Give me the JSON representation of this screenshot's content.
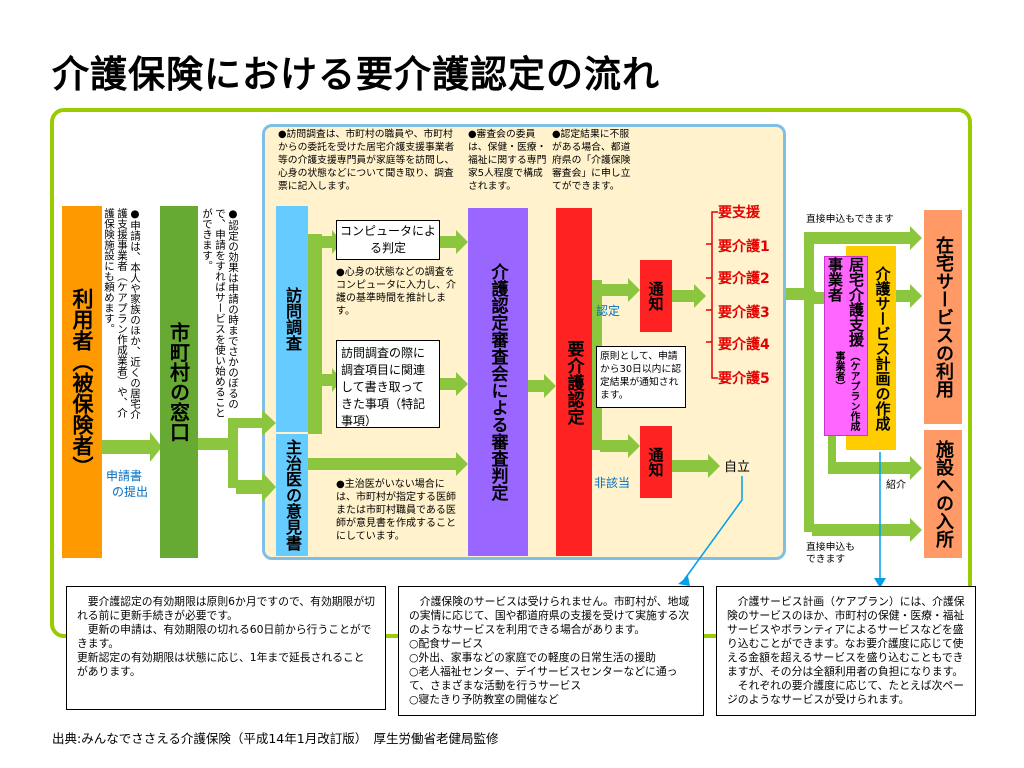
{
  "title": "介護保険における要介護認定の流れ",
  "user_label": "利用者（被保険者）",
  "user_note": "●申請は、本人や家族のほか、近くの居宅介護支援事業者（ケアプラン作成業者）や、介護保険施設にも頼めます。",
  "application_label_1": "申請書",
  "application_label_2": "の提出",
  "municipal_window_label": "市町村の窓口",
  "municipal_note": "●認定の効果は申請の時までさかのぼるので、申請をすればサービスを使い始めることができます。",
  "visit_survey_label": "訪問調査",
  "doctor_opinion_label": "主治医の意見書",
  "visit_note": "●訪問調査は、市町村の職員や、市町村からの委託を受けた居宅介護支援事業者等の介護支援専門員が家庭等を訪問し、心身の状態などについて聞き取り、調査票に記入します。",
  "computer_box": "コンピュータによる判定",
  "computer_note": "●心身の状態などの調査をコンピュータに入力し、介護の基準時間を推計します。",
  "special_box": "訪問調査の際に調査項目に関連して書き取ってきた事項（特記事項）",
  "doctor_note": "●主治医がいない場合には、市町村が指定する医師または市町村職員である医師が意見書を作成することにしています。",
  "committee_note": "●審査会の委員は、保健・医療・福祉に関する専門家5人程度で構成されます。",
  "committee_label": "介護認定審査会による審査判定",
  "appeal_note": "●認定結果に不服がある場合、都道府県の「介護保険審査会」に申し立てができます。",
  "certification_label": "要介護認定",
  "certified_label": "認定",
  "notice_label_1": "通知",
  "notice_label_2": "通知",
  "not_applicable_label": "非該当",
  "independent_label": "自立",
  "days_note": "原則として、申請から30日以内に認定結果が通知されます。",
  "levels": [
    "要支援",
    "要介護1",
    "要介護2",
    "要介護3",
    "要介護4",
    "要介護5"
  ],
  "direct_apply_top": "直接申込もできます",
  "direct_apply_bottom_1": "直接申込も",
  "direct_apply_bottom_2": "できます",
  "care_plan_office_label": "居宅介護支援事業者",
  "care_plan_maker_label": "（ケアプラン作成事業者）",
  "care_plan_creation_label": "介護サービス計画の作成",
  "home_service_label": "在宅サービスの利用",
  "facility_label": "施設への入所",
  "introduction_label": "紹介",
  "bottom_left": "　要介護認定の有効期限は原則6か月ですので、有効期限が切れる前に更新手続きが必要です。\n　更新の申請は、有効期限の切れる60日前から行うことができます。\n更新認定の有効期限は状態に応じ、1年まで延長されることがあります。",
  "bottom_middle": "　介護保険のサービスは受けられません。市町村が、地域の実情に応じて、国や都道府県の支援を受けて実施する次のようなサービスを利用できる場合があります。\n○配食サービス\n○外出、家事などの家庭での軽度の日常生活の援助\n○老人福祉センター、デイサービスセンターなどに通って、さまざまな活動を行うサービス\n○寝たきり予防教室の開催など",
  "bottom_right": "　介護サービス計画（ケアプラン）には、介護保険のサービスのほか、市町村の保健・医療・福祉サービスやボランティアによるサービスなどを盛り込むことができます。なお要介護度に応じて使える金額を超えるサービスを盛り込むこともできますが、その分は全額利用者の負担になります。\n　それぞれの要介護度に応じて、たとえば次ページのようなサービスが受けられます。",
  "source": "出典:みんなでささえる介護保険（平成14年1月改訂版）　厚生労働省老健局監修",
  "colors": {
    "frame_green": "#99cc00",
    "arrow_green": "#8cc63f",
    "orange": "#ff9900",
    "column_green": "#66aa33",
    "light_blue": "#66ccff",
    "purple": "#9966ff",
    "red": "#ff2222",
    "yellow": "#ffcc00",
    "magenta": "#ff66ff",
    "salmon": "#ff9966"
  }
}
